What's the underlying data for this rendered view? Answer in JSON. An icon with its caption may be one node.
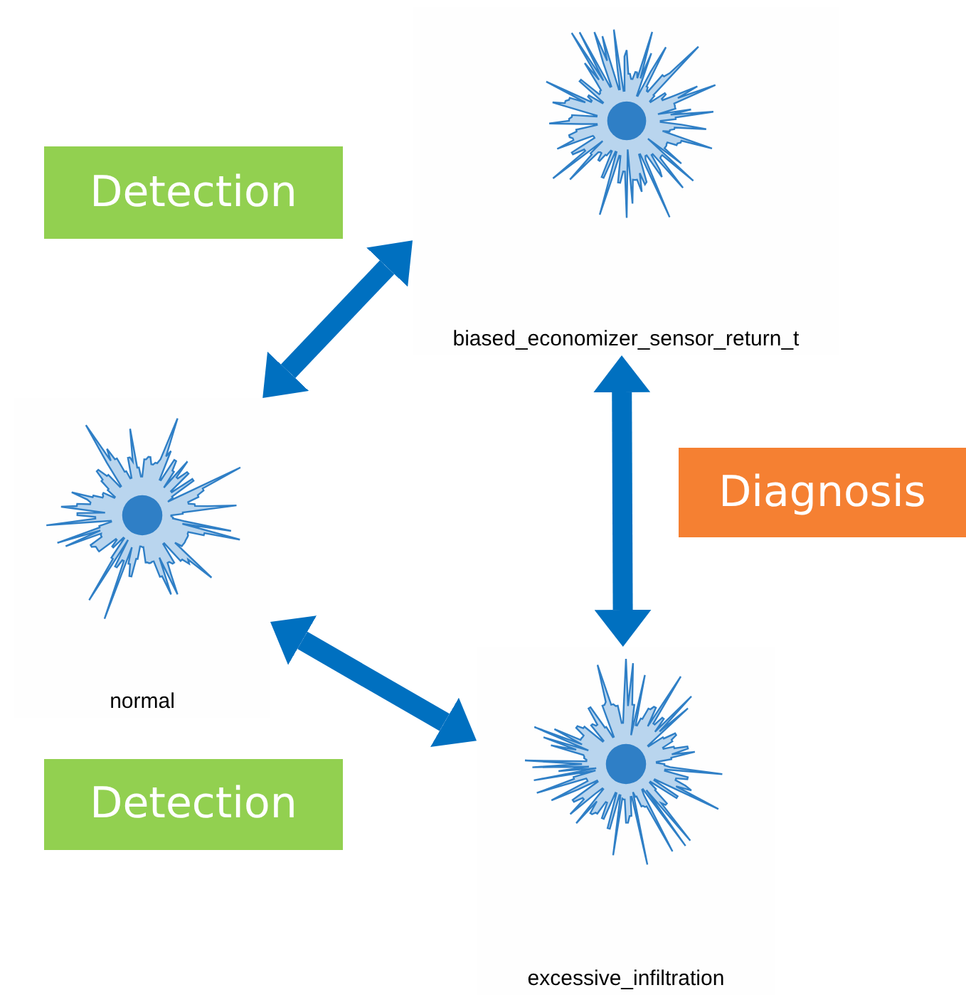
{
  "diagram": {
    "nodes": [
      {
        "text": [
          "biased_economizer_sensor_return_t"
        ]
      },
      {
        "text": [
          "Detection"
        ]
      },
      {
        "text": [
          "normal"
        ]
      },
      {
        "text": [
          "Diagnosis"
        ]
      },
      {
        "text": [
          "excessive_infiltration"
        ]
      },
      {
        "text": [
          "Detection"
        ]
      }
    ],
    "edges": [
      {
        "from": 2,
        "to": 0,
        "arrow": "both"
      },
      {
        "from": 0,
        "to": 4,
        "arrow": "both"
      },
      {
        "from": 2,
        "to": 4,
        "arrow": "both"
      }
    ]
  }
}
